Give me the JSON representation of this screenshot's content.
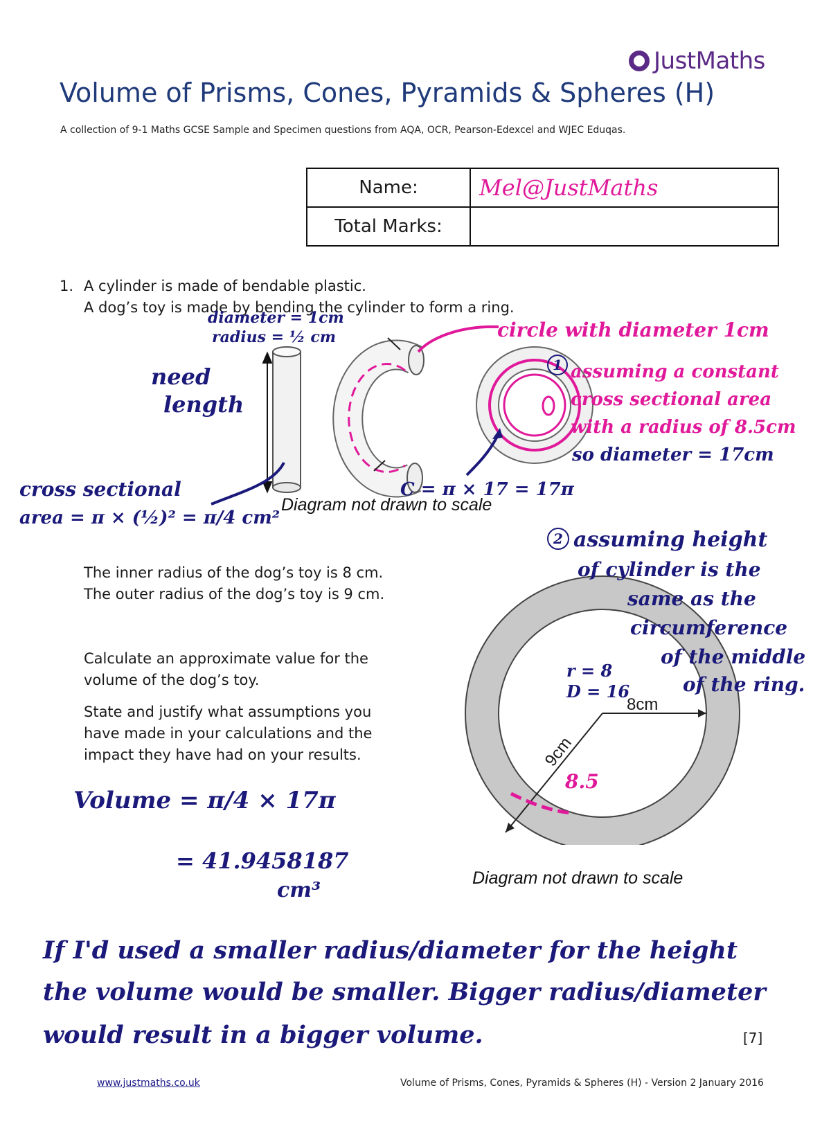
{
  "logo": {
    "text": "JustMaths"
  },
  "title": "Volume of Prisms, Cones, Pyramids & Spheres (H)",
  "subtitle": "A collection of 9-1 Maths GCSE Sample and Specimen questions from AQA, OCR, Pearson-Edexcel and WJEC Eduqas.",
  "info_table": {
    "name_label": "Name:",
    "name_value": "Mel@JustMaths",
    "marks_label": "Total Marks:",
    "marks_value": ""
  },
  "question": {
    "number": "1.",
    "line1": "A cylinder is made of bendable plastic.",
    "line2": "A dog’s toy is made by bending the cylinder to form a ring.",
    "inner_radius": "The inner radius of the dog’s toy is 8 cm.",
    "outer_radius": "The outer radius of the dog’s toy is 9 cm.",
    "calc1": "Calculate an approximate value for the",
    "calc2": "volume of the dog’s toy.",
    "state1": "State and justify what assumptions you",
    "state2": "have made in your calculations and the",
    "state3": "impact they have had on your results.",
    "marks": "[7]"
  },
  "diagram1": {
    "caption": "Diagram not drawn to scale"
  },
  "diagram2": {
    "caption": "Diagram not drawn to scale",
    "label_8cm": "8cm",
    "label_9cm": "9cm"
  },
  "annotations": {
    "diameter": "diameter = 1cm",
    "radius": "radius = ½ cm",
    "need_length1": "need",
    "need_length2": "length",
    "circle_note": "circle with diameter 1cm",
    "assume1_num": "1",
    "assume1_l1": "assuming a constant",
    "assume1_l2": "cross sectional area",
    "assume1_l3": "with a radius of 8.5cm",
    "so_diameter": "so diameter = 17cm",
    "cross_section": "cross sectional",
    "area_formula": "area = π × (½)² = π/4 cm²",
    "circumference": "C = π × 17 = 17π",
    "assume2_num": "2",
    "assume2_l1": "assuming height",
    "assume2_l2": "of cylinder is the",
    "assume2_l3": "same as the",
    "assume2_l4": "circumference",
    "assume2_l5": "of the middle",
    "assume2_l6": "of the ring.",
    "r8": "r = 8",
    "d16": "D = 16",
    "r85": "8.5",
    "volume_l1": "Volume = π/4 × 17π",
    "volume_l2": "= 41.9458187",
    "volume_l3": "cm³",
    "final1": "If I'd used a smaller radius/diameter for the height",
    "final2": "the volume would be smaller. Bigger radius/diameter",
    "final3": "would result in a bigger volume."
  },
  "footer": {
    "link": "www.justmaths.co.uk",
    "doc": "Volume of Prisms, Cones, Pyramids & Spheres (H) - Version 2 January 2016"
  }
}
